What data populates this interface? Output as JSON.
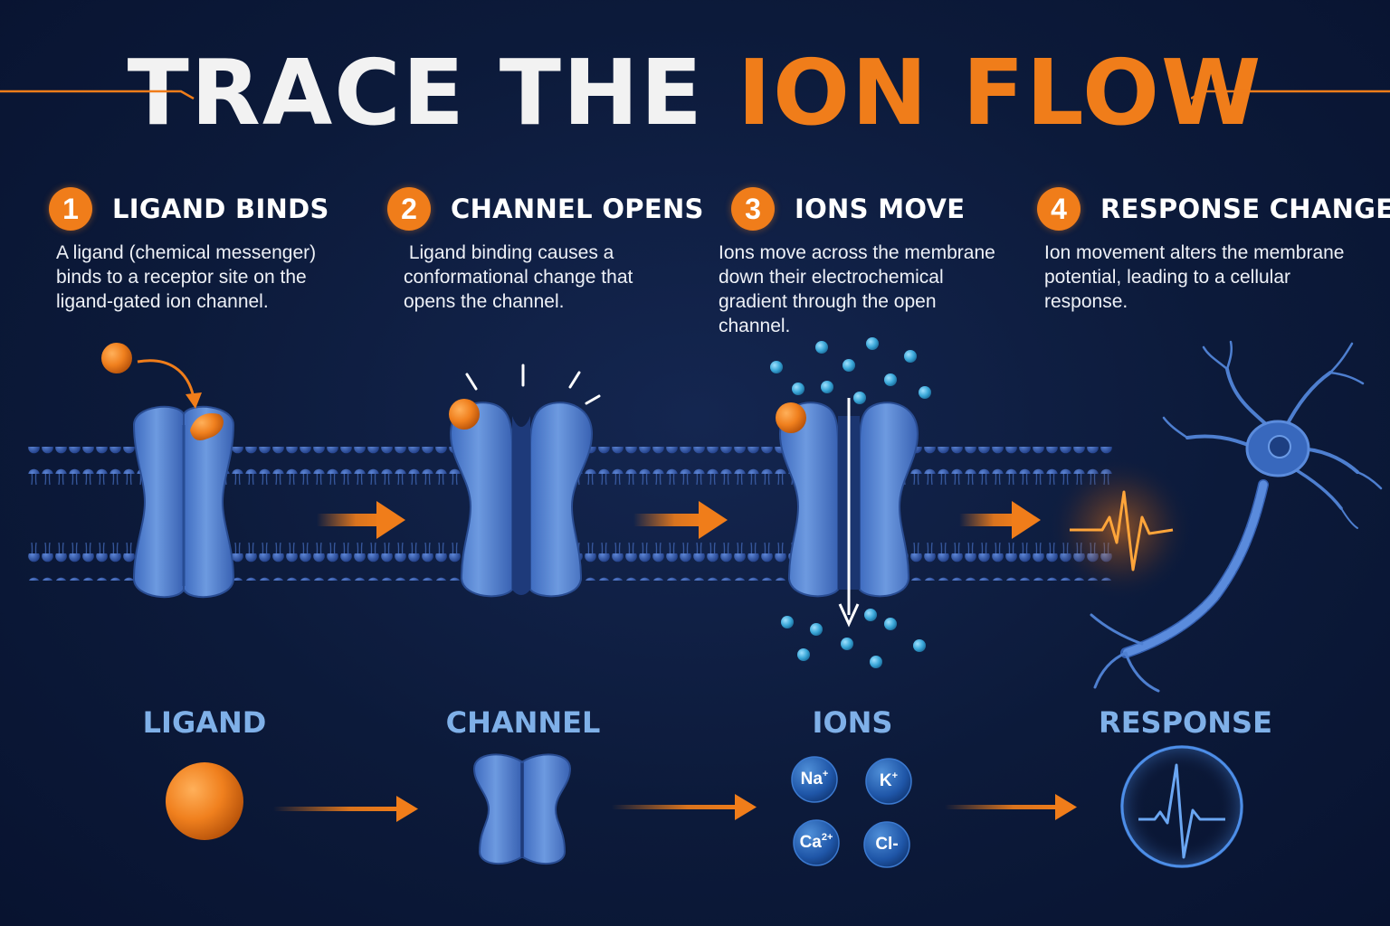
{
  "title": {
    "part1": "TRACE THE ",
    "part2": "ION FLOW"
  },
  "steps": [
    {
      "number": "1",
      "title": "LIGAND BINDS",
      "desc": [
        "A ligand (chemical messenger)",
        "binds to a receptor site on the",
        "ligand-gated ion channel."
      ]
    },
    {
      "number": "2",
      "title": "CHANNEL OPENS",
      "desc": [
        " Ligand binding causes a",
        "conformational change that",
        "opens the channel."
      ]
    },
    {
      "number": "3",
      "title": "IONS MOVE",
      "desc": [
        "Ions move across the membrane",
        "down their electrochemical",
        "gradient through the open",
        "channel."
      ]
    },
    {
      "number": "4",
      "title": "RESPONSE CHANGES",
      "desc": [
        "Ion movement alters the membrane",
        "potential, leading to a cellular",
        "response."
      ]
    }
  ],
  "legend": {
    "labels": [
      "LIGAND",
      "CHANNEL",
      "IONS",
      "RESPONSE"
    ],
    "ions": [
      {
        "symbol": "Na",
        "charge": "+"
      },
      {
        "symbol": "K",
        "charge": "+"
      },
      {
        "symbol": "Ca",
        "charge": "2+"
      },
      {
        "symbol": "Cl",
        "charge": "-"
      }
    ]
  },
  "colors": {
    "accent": "#f07d1a",
    "background": "#0c1a3a",
    "protein": "#4d7ecb",
    "label": "#7fb0e8",
    "ion": "#3aa7d8"
  },
  "icons": [
    "ligand-sphere-icon",
    "ion-channel-icon",
    "arrow-right-icon",
    "neuron-icon",
    "heartbeat-icon"
  ]
}
